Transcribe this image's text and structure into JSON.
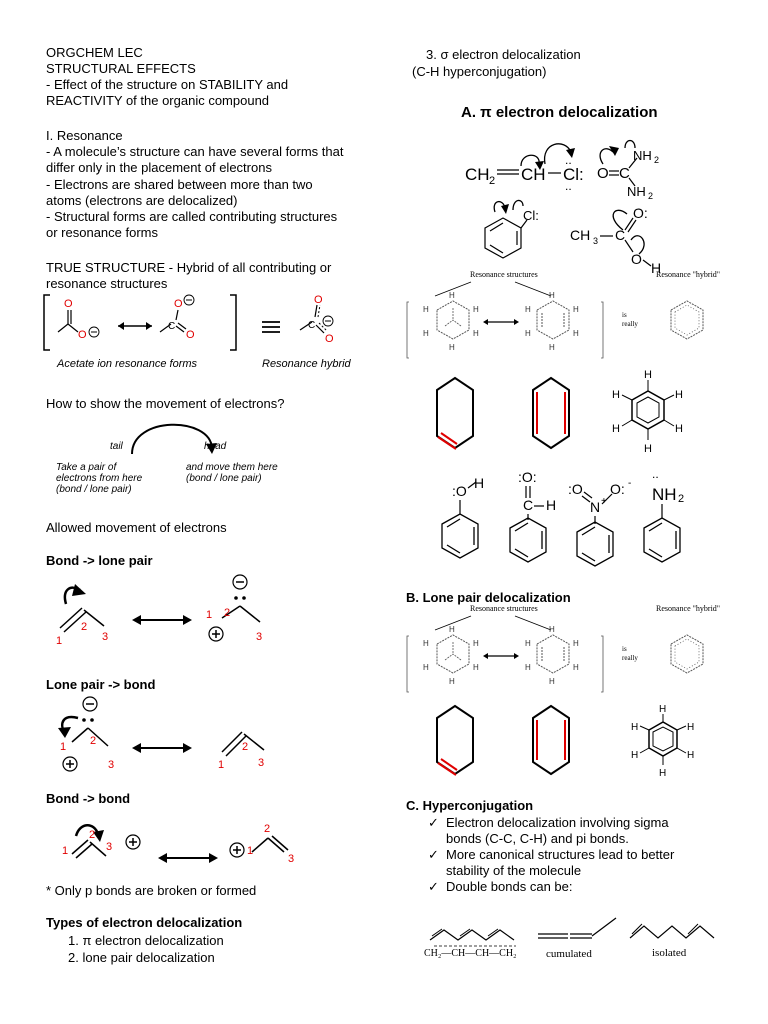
{
  "left": {
    "title": "ORGCHEM LEC",
    "subtitle": "STRUCTURAL EFFECTS",
    "effect_line1": "- Effect of the structure on STABILITY and",
    "effect_line2": "REACTIVITY of the organic compound",
    "resonance_heading": "I. Resonance",
    "res_lines": [
      "- A molecule’s structure can have several forms that",
      "differ only in the placement of electrons",
      "- Electrons are shared between more than two",
      "atoms (electrons are delocalized)",
      "- Structural forms are called contributing structures",
      "or resonance forms"
    ],
    "true_structure_line1": "TRUE STRUCTURE - Hybrid of all contributing or",
    "true_structure_line2": "resonance structures",
    "acetate_caption": "Acetate ion resonance forms",
    "hybrid_caption": "Resonance hybrid",
    "movement_question": "How to show the movement of electrons?",
    "arrow_tail": "tail",
    "arrow_head": "head",
    "tail_desc": [
      "Take a pair of",
      "electrons from here",
      "(bond / lone pair)"
    ],
    "head_desc": [
      "and move them here",
      "(bond / lone pair)"
    ],
    "allowed_movement": "Allowed movement of electrons",
    "bond_to_lone_pair": "Bond -> lone pair",
    "lone_pair_to_bond": "Lone pair -> bond",
    "bond_to_bond": "Bond -> bond",
    "only_p_bonds": "* Only p bonds are broken or formed",
    "types_heading": "Types of electron delocalization",
    "types": [
      "1.   π electron delocalization",
      "2.   lone pair delocalization"
    ]
  },
  "right": {
    "item3_line1": "3.   σ electron delocalization",
    "item3_line2": "(C-H hyperconjugation)",
    "section_a": "A. π electron delocalization",
    "resonance_structures_label": "Resonance structures",
    "resonance_hybrid_label": "Resonance \"hybrid\"",
    "is_really": "is really",
    "section_b": "B. Lone pair delocalization",
    "section_c": "C. Hyperconjugation",
    "checks": [
      {
        "text": [
          "Electron delocalization involving sigma",
          "bonds  (C-C, C-H) and pi bonds."
        ]
      },
      {
        "text": [
          "More canonical structures lead to better",
          "stability of the molecule"
        ]
      },
      {
        "text": [
          "Double bonds can be:"
        ]
      }
    ],
    "check_mark": "✓",
    "conjugated_formula": "CH₂—CH—CH—CH₂",
    "cumulated": "cumulated",
    "isolated": "isolated"
  }
}
